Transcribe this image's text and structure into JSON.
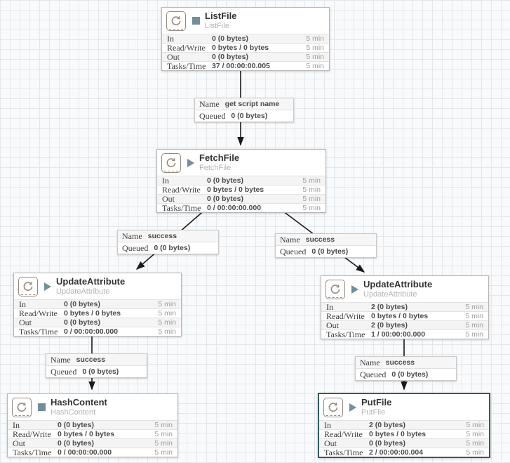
{
  "labels": {
    "in": "In",
    "read_write": "Read/Write",
    "out": "Out",
    "tasks_time": "Tasks/Time",
    "name": "Name",
    "queued": "Queued",
    "window": "5 min"
  },
  "colors": {
    "selected_border": "#2e5d60",
    "run_state_icon": "#728e9b",
    "processor_icon": "#968a7d",
    "connection_line": "#1a1a1a",
    "row_shade": "#f4f4f4"
  },
  "processors": [
    {
      "title": "ListFile",
      "type": "ListFile",
      "run_state": "stopped",
      "stats": {
        "in": "0 (0 bytes)",
        "read_write": "0 bytes / 0 bytes",
        "out": "0 (0 bytes)",
        "tasks_time": "37 / 00:00:00.005"
      }
    },
    {
      "title": "FetchFile",
      "type": "FetchFile",
      "run_state": "running",
      "stats": {
        "in": "0 (0 bytes)",
        "read_write": "0 bytes / 0 bytes",
        "out": "0 (0 bytes)",
        "tasks_time": "0 / 00:00:00.000"
      }
    },
    {
      "title": "UpdateAttribute",
      "type": "UpdateAttribute",
      "run_state": "running",
      "stats": {
        "in": "0 (0 bytes)",
        "read_write": "0 bytes / 0 bytes",
        "out": "0 (0 bytes)",
        "tasks_time": "0 / 00:00:00.000"
      }
    },
    {
      "title": "UpdateAttribute",
      "type": "UpdateAttribute",
      "run_state": "running",
      "stats": {
        "in": "2 (0 bytes)",
        "read_write": "0 bytes / 0 bytes",
        "out": "2 (0 bytes)",
        "tasks_time": "1 / 00:00:00.000"
      }
    },
    {
      "title": "HashContent",
      "type": "HashContent",
      "run_state": "stopped",
      "stats": {
        "in": "0 (0 bytes)",
        "read_write": "0 bytes / 0 bytes",
        "out": "0 (0 bytes)",
        "tasks_time": "0 / 00:00:00.000"
      }
    },
    {
      "title": "PutFile",
      "type": "PutFile",
      "run_state": "running",
      "selected": true,
      "stats": {
        "in": "2 (0 bytes)",
        "read_write": "0 bytes / 0 bytes",
        "out": "0 (0 bytes)",
        "tasks_time": "2 / 00:00:00.004"
      }
    }
  ],
  "connections": [
    {
      "name": "get script name",
      "queued": "0 (0 bytes)"
    },
    {
      "name": "success",
      "queued": "0 (0 bytes)"
    },
    {
      "name": "success",
      "queued": "0 (0 bytes)"
    },
    {
      "name": "success",
      "queued": "0 (0 bytes)"
    },
    {
      "name": "success",
      "queued": "0 (0 bytes)"
    }
  ]
}
